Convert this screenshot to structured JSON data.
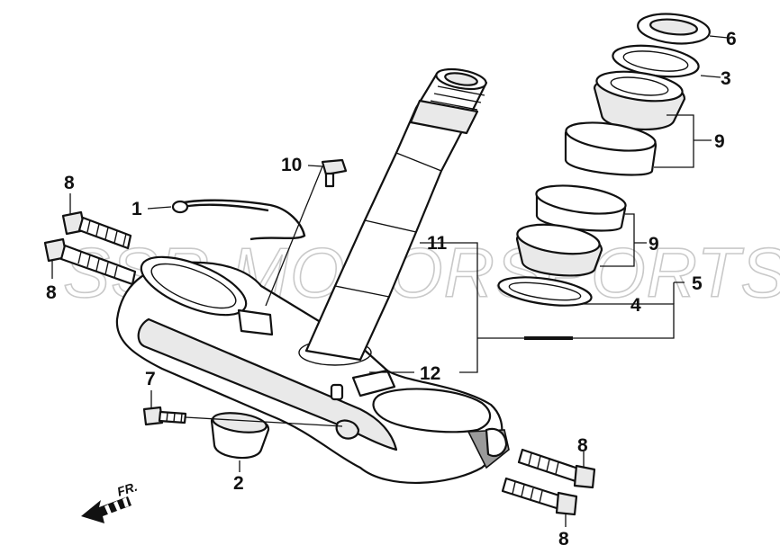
{
  "watermark": "SSR MOTORSPORTS",
  "direction_label": "FR.",
  "callouts": {
    "c1": "1",
    "c2": "2",
    "c3": "3",
    "c4": "4",
    "c5": "5",
    "c6": "6",
    "c7": "7",
    "c8a": "8",
    "c8b": "8",
    "c8c": "8",
    "c8d": "8",
    "c9a": "9",
    "c9b": "9",
    "c10": "10",
    "c11": "11",
    "c12": "12"
  }
}
